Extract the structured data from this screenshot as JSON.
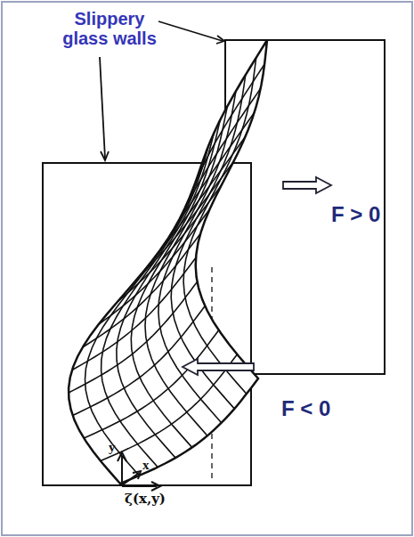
{
  "diagram": {
    "labels": [
      "Slippery glass walls",
      "F > 0",
      "F < 0",
      "y",
      "x",
      "ζ(x,y)"
    ]
  }
}
